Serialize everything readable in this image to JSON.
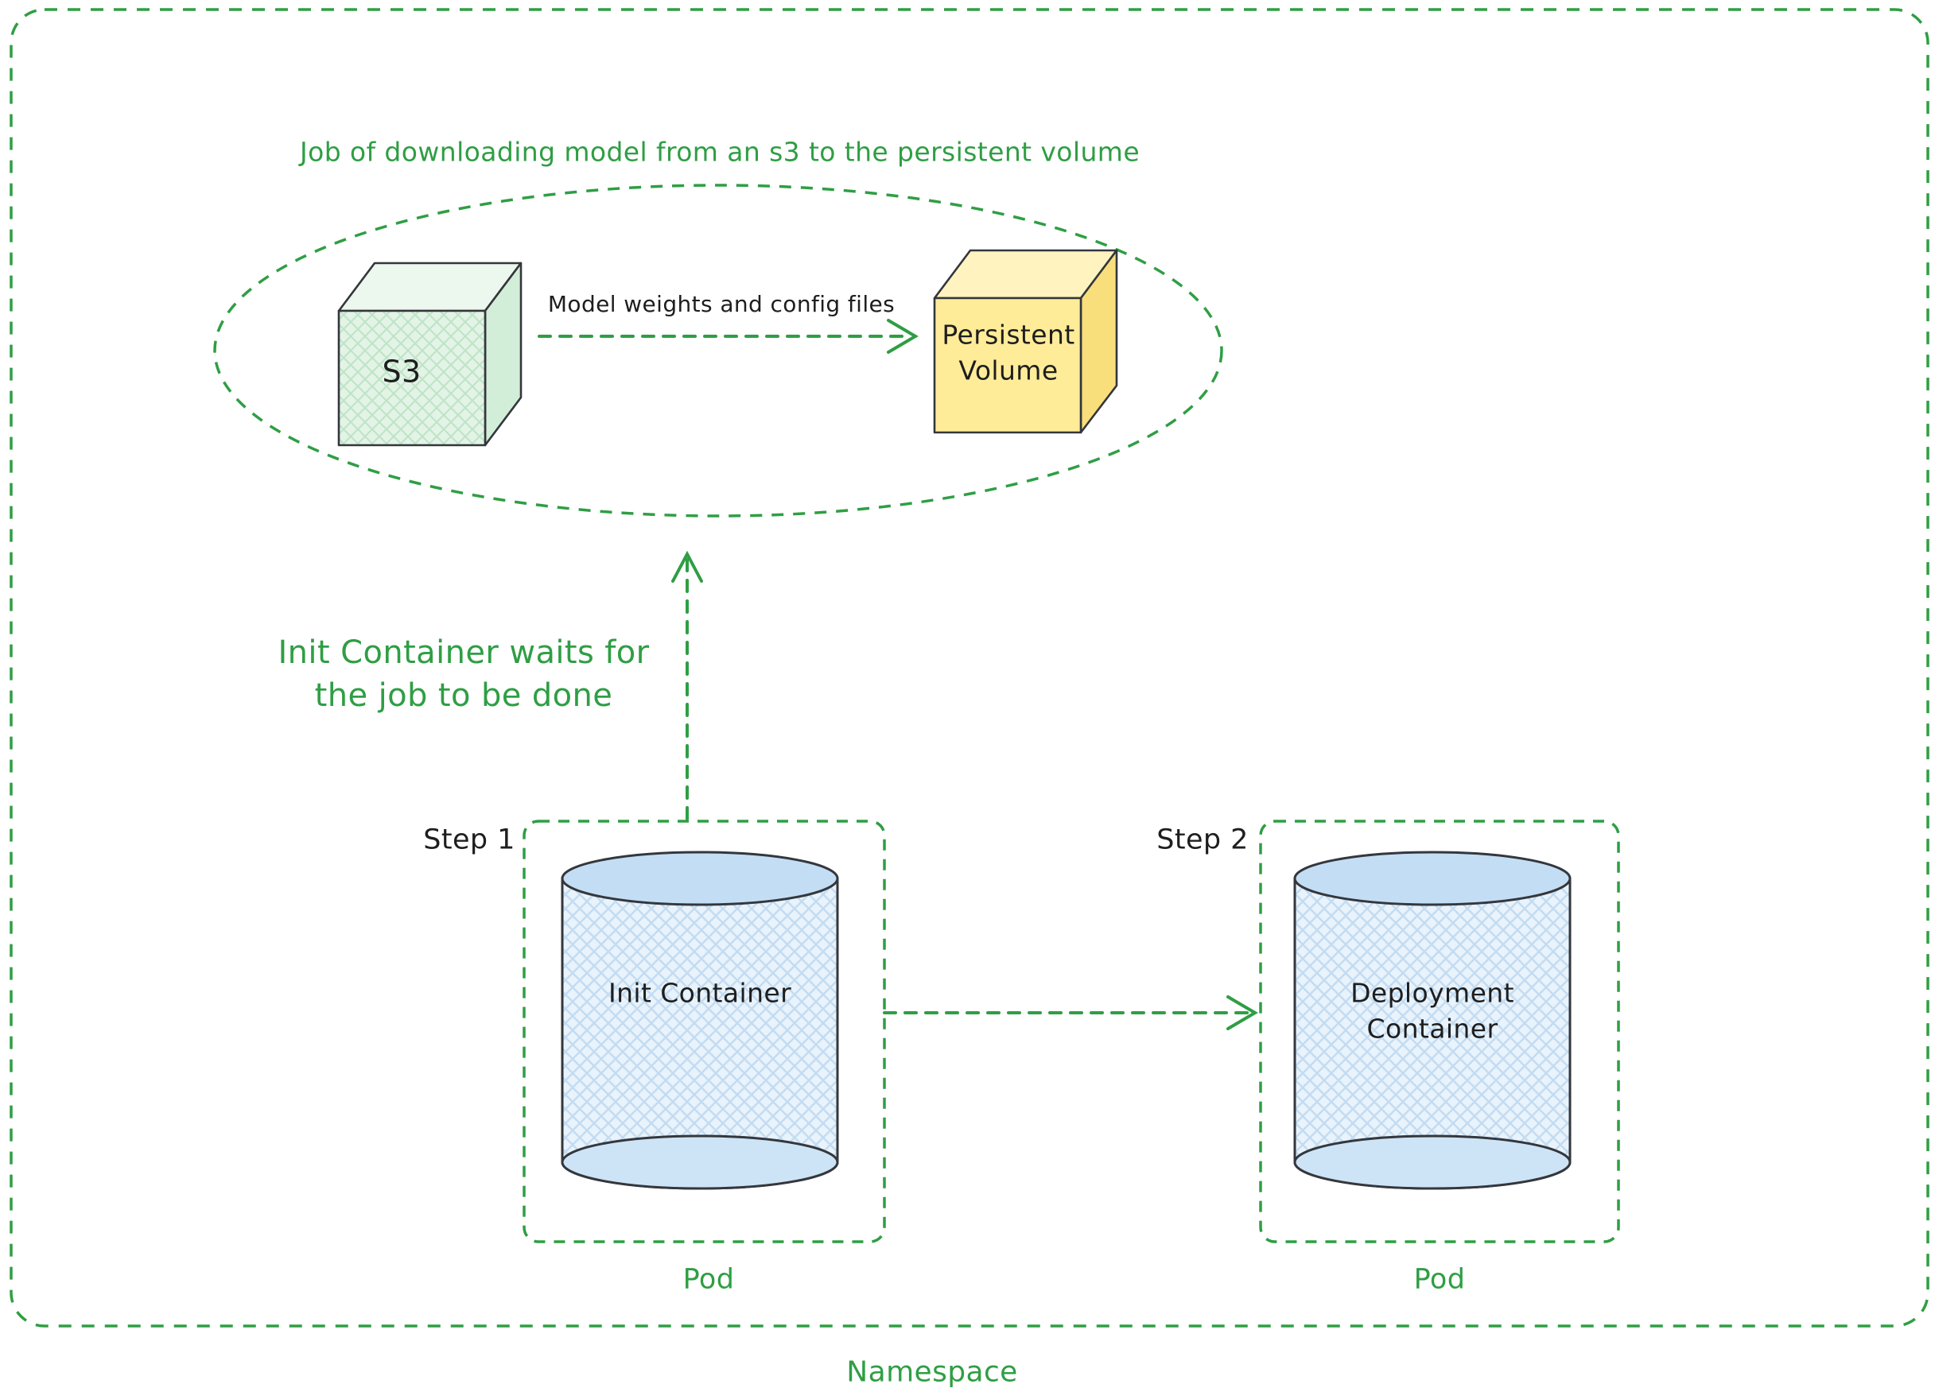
{
  "colors": {
    "green": "#2f9e44",
    "ink": "#1e1e1e",
    "s3_cube_fill": "#d9f0dd",
    "persistent_volume_fill": "#ffec99",
    "cylinder_fill": "#e9f3fc"
  },
  "namespace": {
    "label": "Namespace"
  },
  "job": {
    "title": "Job of downloading model from an s3 to the persistent volume",
    "s3": {
      "label": "S3"
    },
    "arrow": {
      "label": "Model weights and config files"
    },
    "persistent_volume": {
      "line1": "Persistent",
      "line2": "Volume"
    }
  },
  "wait_note": {
    "line1": "Init Container waits for",
    "line2": "the job to be done"
  },
  "steps": [
    {
      "label": "Step 1",
      "container": "Init Container",
      "pod": "Pod"
    },
    {
      "label": "Step 2",
      "container_line1": "Deployment",
      "container_line2": "Container",
      "pod": "Pod"
    }
  ]
}
